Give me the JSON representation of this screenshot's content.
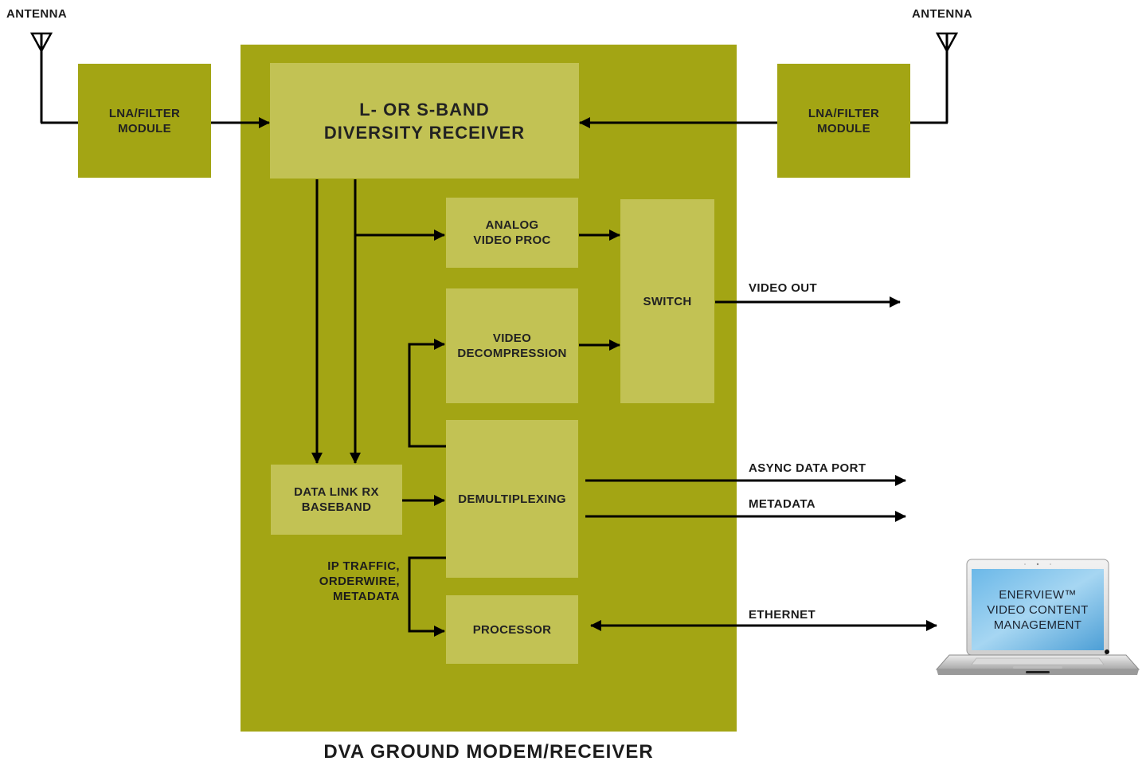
{
  "antenna_left_label": "ANTENNA",
  "antenna_right_label": "ANTENNA",
  "lna_left": "LNA/FILTER\nMODULE",
  "lna_right": "LNA/FILTER\nMODULE",
  "receiver": "L- OR S-BAND\nDIVERSITY RECEIVER",
  "analog": "ANALOG\nVIDEO PROC",
  "decompression": "VIDEO\nDECOMPRESSION",
  "switch": "SWITCH",
  "datalink": "DATA LINK RX\nBASEBAND",
  "demux": "DEMULTIPLEXING",
  "processor": "PROCESSOR",
  "ip_traffic": "IP TRAFFIC,\nORDERWIRE,\nMETADATA",
  "video_out": "VIDEO OUT",
  "async": "ASYNC DATA PORT",
  "metadata": "METADATA",
  "ethernet": "ETHERNET",
  "laptop_screen": "ENERVIEW™\nVIDEO CONTENT\nMANAGEMENT",
  "footer_title": "DVA GROUND MODEM/RECEIVER",
  "colors": {
    "olive_dark": "#a3a514",
    "olive_light": "#c2c254",
    "line": "#000000"
  }
}
